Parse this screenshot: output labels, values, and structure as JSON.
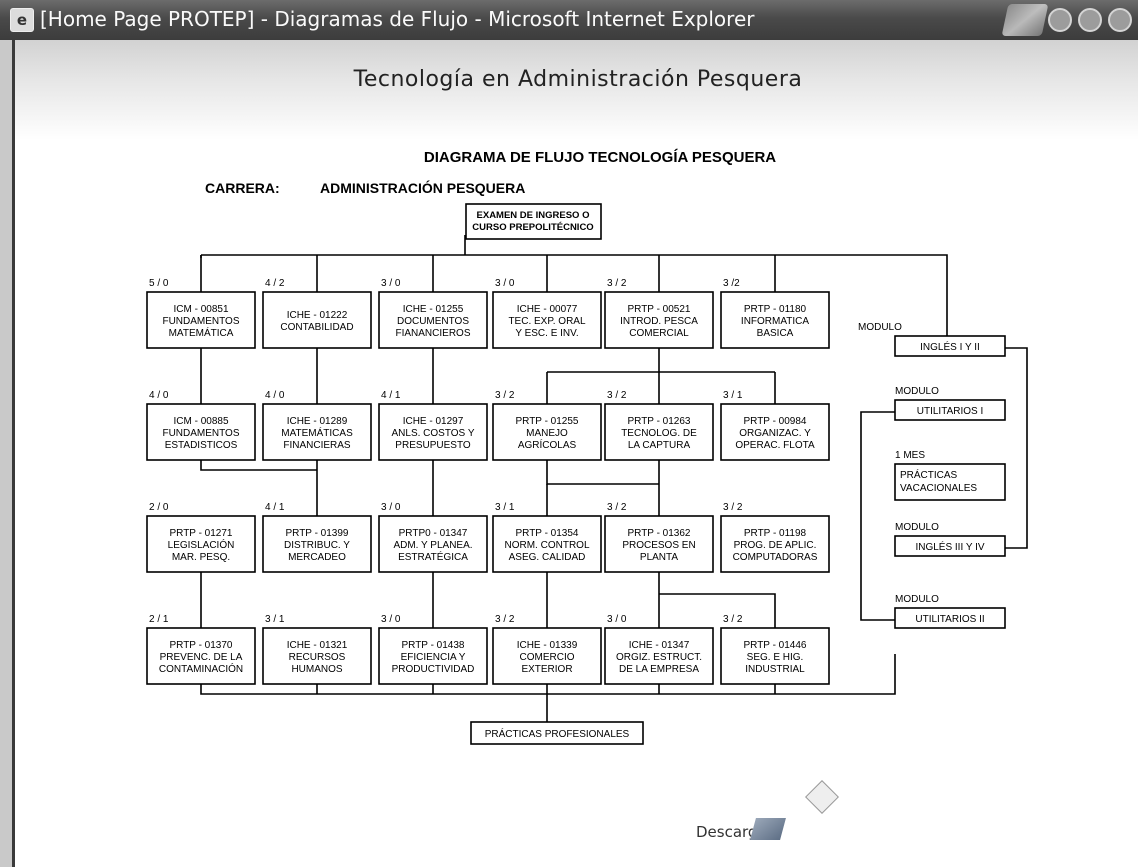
{
  "window": {
    "title": "[Home Page PROTEP] - Diagramas de Flujo - Microsoft Internet Explorer"
  },
  "site": {
    "title": "Tecnología en Administración Pesquera"
  },
  "diagram": {
    "title": "DIAGRAMA DE FLUJO TECNOLOGÍA PESQUERA",
    "carrera_label": "CARRERA:",
    "carrera_value": "ADMINISTRACIÓN PESQUERA",
    "start": [
      "EXAMEN DE INGRESO O",
      "CURSO PREPOLITÉCNICO"
    ],
    "rows": [
      [
        {
          "credits": "5 / 0",
          "lines": [
            "ICM - 00851",
            "FUNDAMENTOS",
            "MATEMÁTICA"
          ]
        },
        {
          "credits": "4 / 2",
          "lines": [
            "ICHE - 01222",
            "CONTABILIDAD"
          ]
        },
        {
          "credits": "3 / 0",
          "lines": [
            "ICHE - 01255",
            "DOCUMENTOS",
            "FIANANCIEROS"
          ]
        },
        {
          "credits": "3 / 0",
          "lines": [
            "ICHE - 00077",
            "TEC. EXP. ORAL",
            "Y ESC. E INV."
          ]
        },
        {
          "credits": "3 / 2",
          "lines": [
            "PRTP - 00521",
            "INTROD. PESCA",
            "COMERCIAL"
          ]
        },
        {
          "credits": "3 /2",
          "lines": [
            "PRTP - 01180",
            "INFORMATICA",
            "BASICA"
          ]
        }
      ],
      [
        {
          "credits": "4 / 0",
          "lines": [
            "ICM - 00885",
            "FUNDAMENTOS",
            "ESTADISTICOS"
          ]
        },
        {
          "credits": "4 / 0",
          "lines": [
            "ICHE - 01289",
            "MATEMÁTICAS",
            "FINANCIERAS"
          ]
        },
        {
          "credits": "4 / 1",
          "lines": [
            "ICHE - 01297",
            "ANLS. COSTOS Y",
            "PRESUPUESTO"
          ]
        },
        {
          "credits": "3 / 2",
          "lines": [
            "PRTP - 01255",
            "MANEJO",
            "AGRÍCOLAS"
          ]
        },
        {
          "credits": "3 / 2",
          "lines": [
            "PRTP - 01263",
            "TECNOLOG. DE",
            "LA CAPTURA"
          ]
        },
        {
          "credits": "3 / 1",
          "lines": [
            "PRTP - 00984",
            "ORGANIZAC. Y",
            "OPERAC. FLOTA"
          ]
        }
      ],
      [
        {
          "credits": "2 / 0",
          "lines": [
            "PRTP - 01271",
            "LEGISLACIÓN",
            "MAR. PESQ."
          ]
        },
        {
          "credits": "4 / 1",
          "lines": [
            "PRTP - 01399",
            "DISTRIBUC. Y",
            "MERCADEO"
          ]
        },
        {
          "credits": "3 / 0",
          "lines": [
            "PRTP0 - 01347",
            "ADM. Y PLANEA.",
            "ESTRATÉGICA"
          ]
        },
        {
          "credits": "3 / 1",
          "lines": [
            "PRTP - 01354",
            "NORM. CONTROL",
            "ASEG. CALIDAD"
          ]
        },
        {
          "credits": "3 / 2",
          "lines": [
            "PRTP - 01362",
            "PROCESOS EN",
            "PLANTA"
          ]
        },
        {
          "credits": "3 / 2",
          "lines": [
            "PRTP - 01198",
            "PROG. DE APLIC.",
            "COMPUTADORAS"
          ]
        }
      ],
      [
        {
          "credits": "2 / 1",
          "lines": [
            "PRTP - 01370",
            "PREVENC. DE LA",
            "CONTAMINACIÓN"
          ]
        },
        {
          "credits": "3 / 1",
          "lines": [
            "ICHE - 01321",
            "RECURSOS",
            "HUMANOS"
          ]
        },
        {
          "credits": "3 / 0",
          "lines": [
            "PRTP - 01438",
            "EFICIENCIA Y",
            "PRODUCTIVIDAD"
          ]
        },
        {
          "credits": "3 / 2",
          "lines": [
            "ICHE - 01339",
            "COMERCIO",
            "EXTERIOR"
          ]
        },
        {
          "credits": "3 / 0",
          "lines": [
            "ICHE - 01347",
            "ORGIZ. ESTRUCT.",
            "DE LA EMPRESA"
          ]
        },
        {
          "credits": "3 / 2",
          "lines": [
            "PRTP - 01446",
            "SEG. E HIG.",
            "INDUSTRIAL"
          ]
        }
      ]
    ],
    "right": [
      {
        "label": "MODULO",
        "box": [
          "INGLÉS I Y II"
        ]
      },
      {
        "label": "MODULO",
        "box": [
          "UTILITARIOS I"
        ]
      },
      {
        "label": "1 MES",
        "box": [
          "PRÁCTICAS",
          "VACACIONALES"
        ]
      },
      {
        "label": "MODULO",
        "box": [
          "INGLÉS III Y IV"
        ]
      },
      {
        "label": "MODULO",
        "box": [
          "UTILITARIOS II"
        ]
      }
    ],
    "end": "PRÁCTICAS PROFESIONALES"
  },
  "download": {
    "label": "Descarga"
  }
}
